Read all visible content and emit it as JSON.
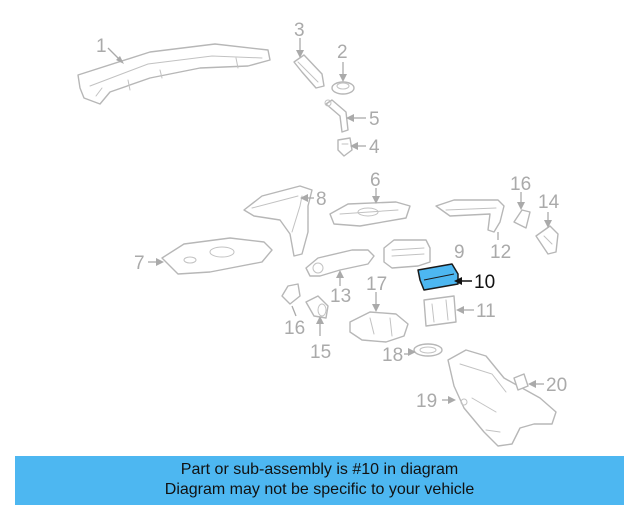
{
  "diagram": {
    "highlight_color": "#4db7f1",
    "highlighted_part": "10",
    "callouts": {
      "c1": "1",
      "c2": "2",
      "c3": "3",
      "c4": "4",
      "c5": "5",
      "c6": "6",
      "c7": "7",
      "c8": "8",
      "c9": "9",
      "c10": "10",
      "c11": "11",
      "c12": "12",
      "c13": "13",
      "c14": "14",
      "c15": "15",
      "c16a": "16",
      "c16b": "16",
      "c17": "17",
      "c18": "18",
      "c19": "19",
      "c20": "20"
    }
  },
  "banner": {
    "background": "#4db7f1",
    "line1": "Part or sub-assembly is #10 in diagram",
    "line2": "Diagram may not be specific to your vehicle"
  }
}
